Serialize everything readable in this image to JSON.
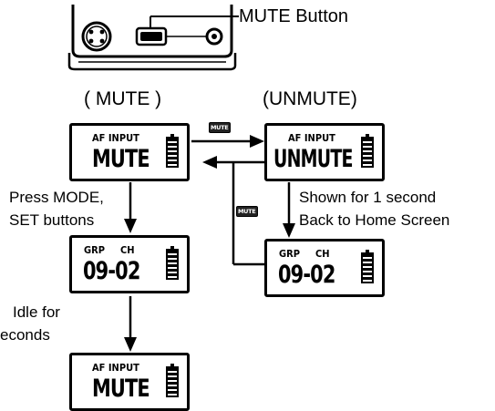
{
  "hardware": {
    "mute_button_label": "MUTE Button",
    "button_text": "MUTE"
  },
  "states": {
    "mute": "( MUTE )",
    "unmute": "(UNMUTE)"
  },
  "screens": {
    "mute_top": {
      "line1": "AF INPUT",
      "line2": "MUTE"
    },
    "unmute_top": {
      "line1": "AF INPUT",
      "line2": "UNMUTE"
    },
    "home_left": {
      "grp": "GRP",
      "ch": "CH",
      "value": "09-02"
    },
    "home_right": {
      "grp": "GRP",
      "ch": "CH",
      "value": "09-02"
    },
    "mute_bottom": {
      "line1": "AF INPUT",
      "line2": "MUTE"
    }
  },
  "annotations": {
    "press_mode": "Press MODE,",
    "set_buttons": "SET buttons",
    "shown_for": "Shown for 1 second",
    "back_home": "Back to Home Screen",
    "idle_for": "Idle for",
    "seconds": "econds"
  },
  "icons": {
    "mute_key_icon": "mute-key-icon"
  }
}
